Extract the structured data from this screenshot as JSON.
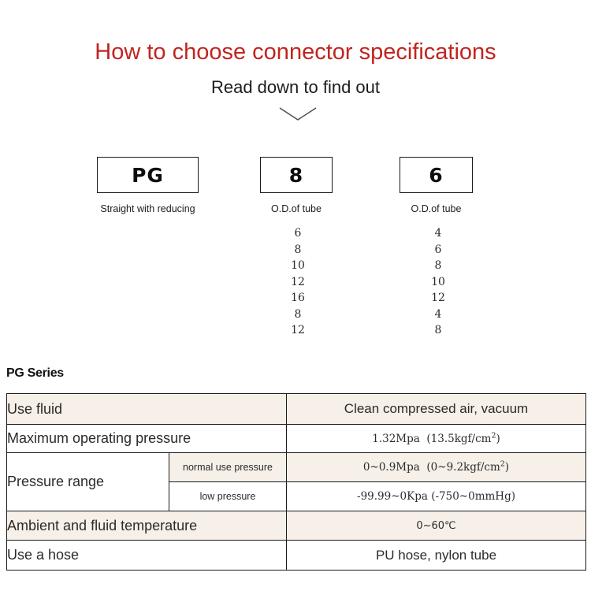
{
  "header": {
    "title": "How to choose connector specifications",
    "subtitle": "Read down to find out",
    "chevron_icon": "chevron-down-icon",
    "title_color": "#C0251F"
  },
  "selector": {
    "boxes": [
      {
        "code": "PG",
        "caption": "Straight with reducing"
      },
      {
        "code": "8",
        "caption": "O.D.of tube"
      },
      {
        "code": "6",
        "caption": "O.D.of  tube"
      }
    ],
    "option_columns": [
      {
        "for_box": "8",
        "values": [
          "6",
          "8",
          "10",
          "12",
          "16",
          "8",
          "12"
        ]
      },
      {
        "for_box": "6",
        "values": [
          "4",
          "6",
          "8",
          "10",
          "12",
          "4",
          "8"
        ]
      }
    ]
  },
  "spec": {
    "series_title": "PG Series",
    "accent_row_color": "#F6F0E8",
    "rows": [
      {
        "label": "Use fluid",
        "value": "Clean compressed air, vacuum",
        "shaded": true
      },
      {
        "label": "Maximum operating pressure",
        "value_main": "1.32Mpa",
        "value_paren": "(13.5kgf/cm",
        "value_sup": "2",
        "value_paren_end": ")",
        "shaded": false
      },
      {
        "label": "Pressure range",
        "sub_rows": [
          {
            "label": "normal use pressure",
            "value_main": "0~0.9Mpa",
            "value_paren": "(0~9.2kgf/cm",
            "value_sup": "2",
            "value_paren_end": ")",
            "shaded": true
          },
          {
            "label": "low pressure",
            "value": "-99.99~0Kpa  (-750~0mmHg)",
            "shaded": false
          }
        ]
      },
      {
        "label": "Ambient and fluid temperature",
        "value": "0~60℃",
        "shaded": true
      },
      {
        "label": "Use a hose",
        "value": "PU hose, nylon tube",
        "shaded": false
      }
    ]
  }
}
